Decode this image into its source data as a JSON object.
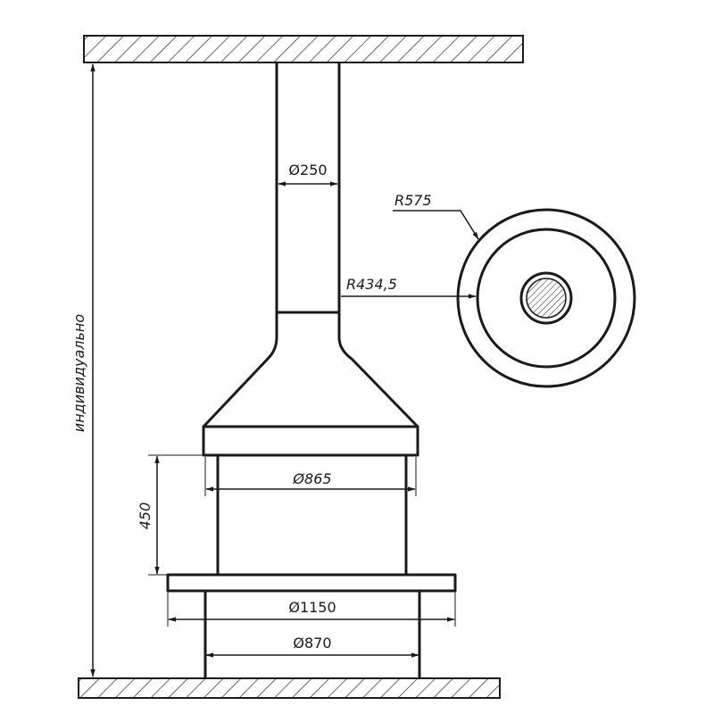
{
  "dimensions": {
    "pipe_diameter": "Ø250",
    "inner_diameter": "Ø865",
    "firebox_height": "450",
    "base_plate_diameter": "Ø1150",
    "base_diameter": "Ø870",
    "overall_height": "индивидуально"
  },
  "radii": {
    "outer_radius": "R575",
    "inner_radius": "R434,5"
  },
  "colors": {
    "line": "#1a1a1a",
    "background": "#ffffff"
  }
}
